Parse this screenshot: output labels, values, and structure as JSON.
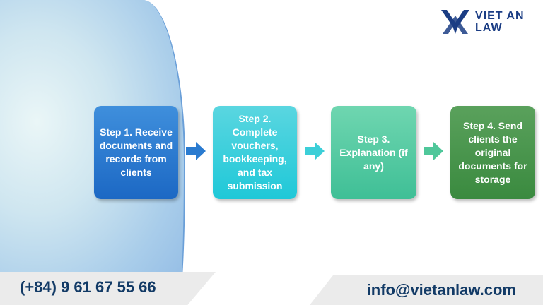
{
  "logo": {
    "line1": "VIET AN",
    "line2": "LAW"
  },
  "steps": [
    {
      "label": "Step 1. Receive documents and records from clients",
      "color": "#2a7bd0"
    },
    {
      "label": "Step 2. Complete vouchers, bookkeeping, and tax submission",
      "color": "#2fcfdc"
    },
    {
      "label": "Step 3. Explanation (if any)",
      "color": "#52c9a2"
    },
    {
      "label": "Step 4. Send clients the original documents for storage",
      "color": "#48944c"
    }
  ],
  "footer": {
    "phone": "(+84) 9 61 67 55 66",
    "email": "info@vietanlaw.com"
  }
}
